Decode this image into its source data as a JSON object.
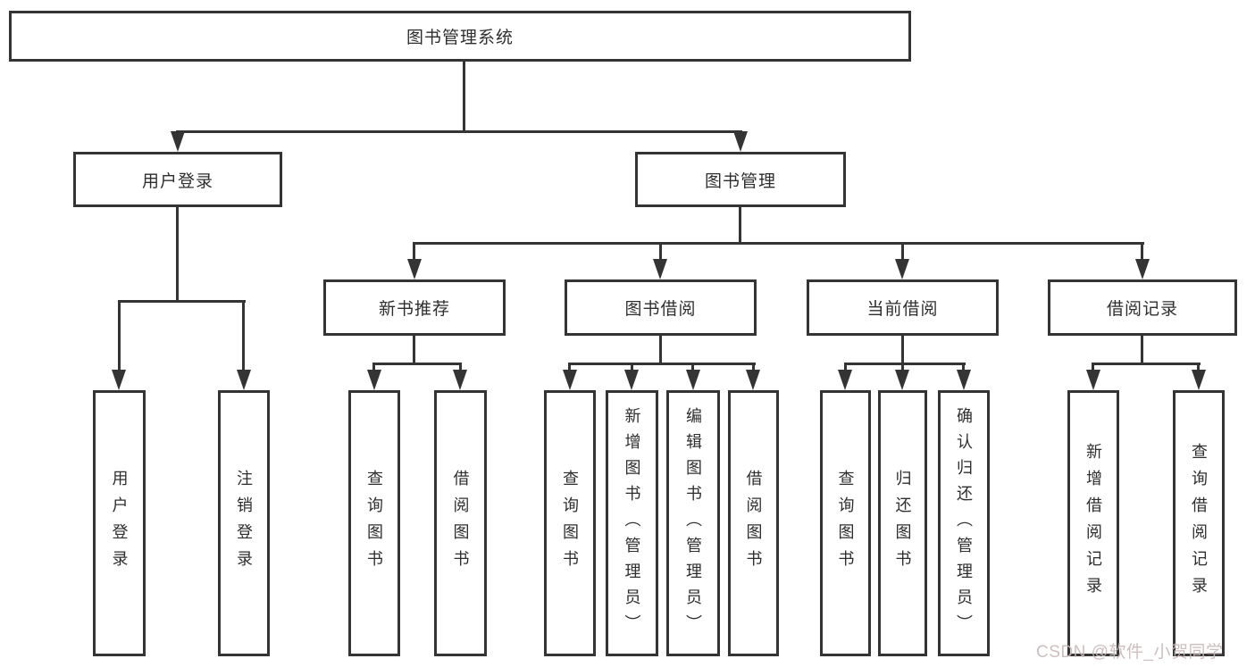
{
  "diagram": {
    "type": "hierarchy-tree",
    "colors": {
      "line": "#343434",
      "box_bg": "#ffffff",
      "text": "#2e2e2e",
      "watermark": "#c9b8b8"
    },
    "root": {
      "label": "图书管理系统",
      "children": [
        {
          "label": "用户登录",
          "children": [
            {
              "label": "用户登录"
            },
            {
              "label": "注销登录"
            }
          ]
        },
        {
          "label": "图书管理",
          "children": [
            {
              "label": "新书推荐",
              "children": [
                {
                  "label": "查询图书"
                },
                {
                  "label": "借阅图书"
                }
              ]
            },
            {
              "label": "图书借阅",
              "children": [
                {
                  "label": "查询图书"
                },
                {
                  "label": "新增图书（管理员）"
                },
                {
                  "label": "编辑图书（管理员）"
                },
                {
                  "label": "借阅图书"
                }
              ]
            },
            {
              "label": "当前借阅",
              "children": [
                {
                  "label": "查询图书"
                },
                {
                  "label": "归还图书"
                },
                {
                  "label": "确认归还（管理员）"
                }
              ]
            },
            {
              "label": "借阅记录",
              "children": [
                {
                  "label": "新增借阅记录"
                },
                {
                  "label": "查询借阅记录"
                }
              ]
            }
          ]
        }
      ]
    },
    "watermark": "CSDN @软件_小贺同学"
  }
}
